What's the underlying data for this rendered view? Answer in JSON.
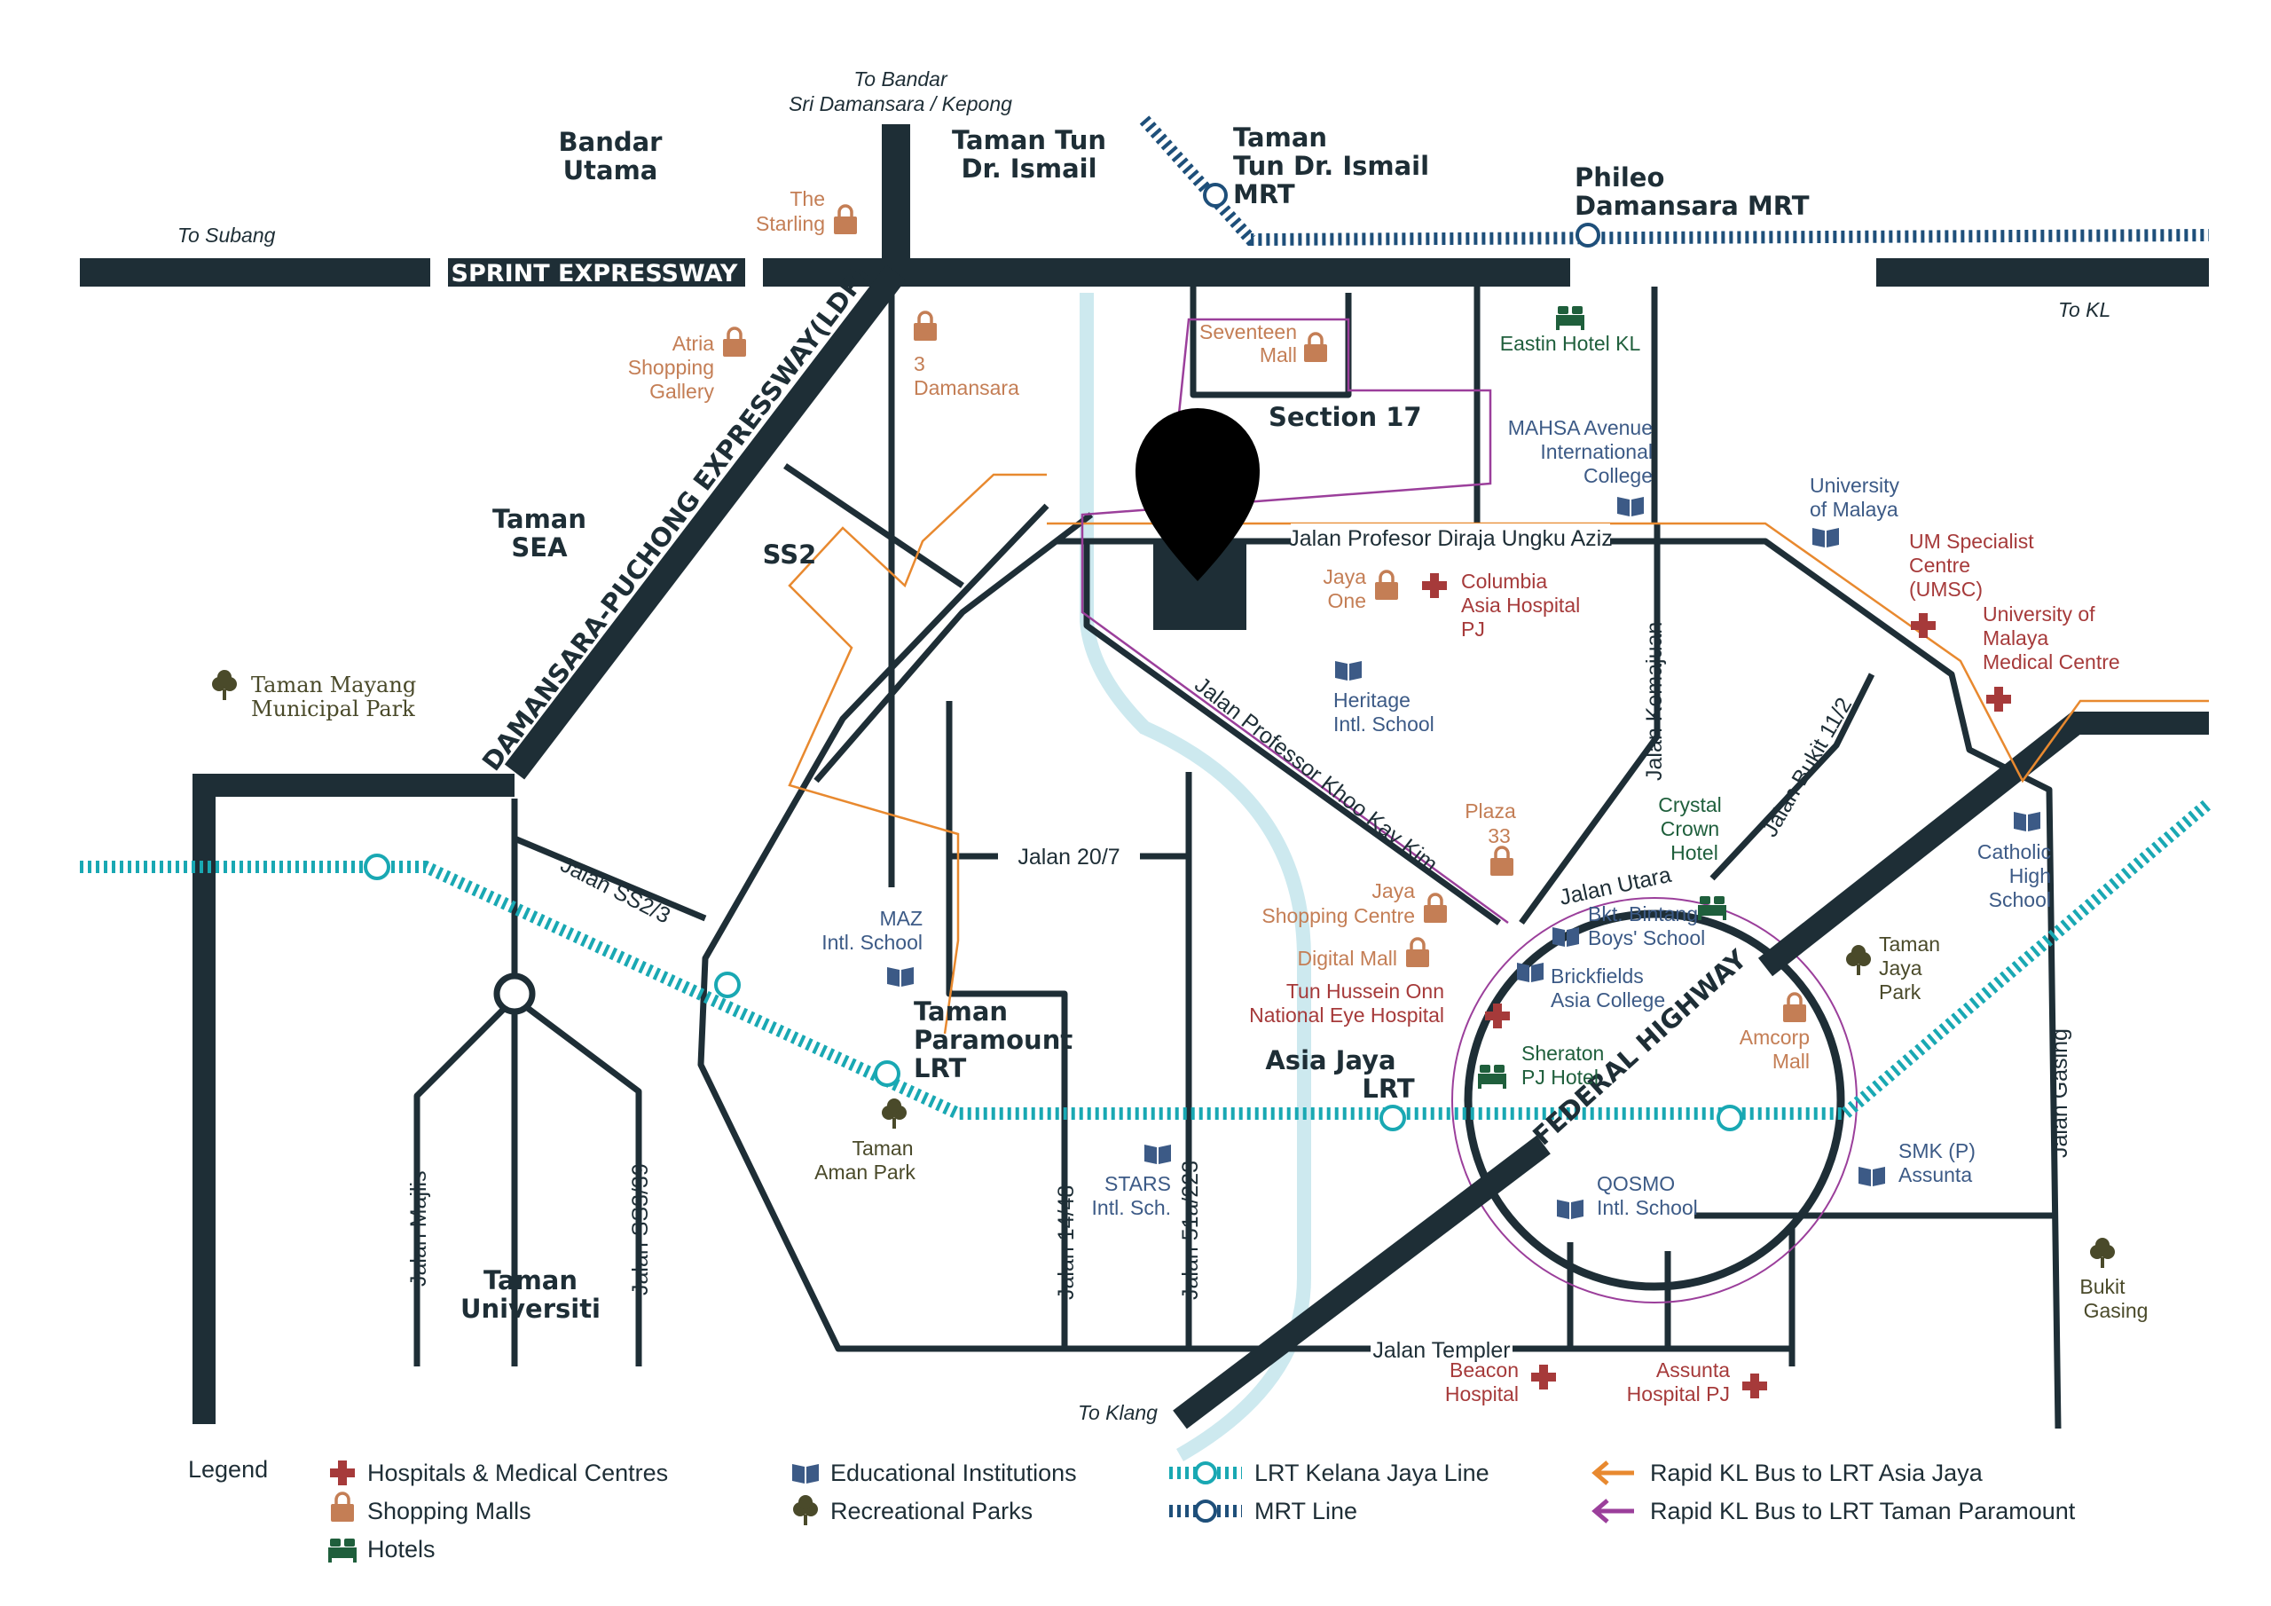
{
  "colors": {
    "road": "#1e2e36",
    "lrt": "#19a8b3",
    "mrt": "#1e4f7a",
    "river": "#cde9ef",
    "bus_orange": "#e8892f",
    "bus_purple": "#9b3f9b",
    "hospital": "#a63a3a",
    "mall": "#c47e55",
    "edu": "#3c5a86",
    "hotel": "#1f5f3c",
    "park": "#4a4a2a"
  },
  "directions": {
    "to_bandar_1": "To Bandar",
    "to_bandar_2": "Sri Damansara / Kepong",
    "to_subang": "To Subang",
    "to_kl": "To KL",
    "to_klang": "To Klang"
  },
  "expressways": {
    "sprint_left": "SPRINT EXPRESSWAY",
    "sprint_right": "SPRINT EXPRESSWAY",
    "ldp": "DAMANSARA-PUCHONG EXPRESSWAY(LDP)",
    "federal": "FEDERAL HIGHWAY"
  },
  "areas": {
    "bandar_utama_1": "Bandar",
    "bandar_utama_2": "Utama",
    "ttdi_1": "Taman Tun",
    "ttdi_2": "Dr. Ismail",
    "ttdi_mrt_1": "Taman",
    "ttdi_mrt_2": "Tun Dr. Ismail",
    "ttdi_mrt_3": "MRT",
    "phileo_1": "Phileo",
    "phileo_2": "Damansara MRT",
    "section17": "Section 17",
    "taman_sea_1": "Taman",
    "taman_sea_2": "SEA",
    "ss2": "SS2",
    "taman_paramount_1": "Taman",
    "taman_paramount_2": "Paramount",
    "taman_paramount_3": "LRT",
    "asia_jaya_1": "Asia Jaya",
    "asia_jaya_2": "LRT",
    "taman_universiti_1": "Taman",
    "taman_universiti_2": "Universiti"
  },
  "roads": {
    "ungku_aziz": "Jalan Profesor Diraja Ungku Aziz",
    "khoo_kay_kim": "Jalan Professor Khoo Kay Kim",
    "kemajuan": "Jalan Kemajuan",
    "bukit": "Jalan Bukit 11/2",
    "ss2_3": "Jalan SS2/3",
    "j20_7": "Jalan 20/7",
    "utara": "Jalan Utara",
    "majlis": "Jalan Majlis",
    "ss3_39": "Jalan SS3/39",
    "j14_48": "Jalan 14/48",
    "j51a_223": "Jalan 51a/223",
    "gasing": "Jalan Gasing",
    "templer": "Jalan Templer"
  },
  "malls": {
    "starling_1": "The",
    "starling_2": "Starling",
    "atria_1": "Atria",
    "atria_2": "Shopping",
    "atria_3": "Gallery",
    "damansara3_1": "3",
    "damansara3_2": "Damansara",
    "seventeen_1": "Seventeen",
    "seventeen_2": "Mall",
    "jaya_one_1": "Jaya",
    "jaya_one_2": "One",
    "plaza33_1": "Plaza",
    "plaza33_2": "33",
    "jaya_sc_1": "Jaya",
    "jaya_sc_2": "Shopping Centre",
    "digital": "Digital Mall",
    "amcorp_1": "Amcorp",
    "amcorp_2": "Mall"
  },
  "hospitals": {
    "columbia_1": "Columbia",
    "columbia_2": "Asia Hospital",
    "columbia_3": "PJ",
    "umsc_1": "UM Specialist",
    "umsc_2": "Centre",
    "umsc_3": "(UMSC)",
    "ummc_1": "University of",
    "ummc_2": "Malaya",
    "ummc_3": "Medical Centre",
    "eye_1": "Tun Hussein Onn",
    "eye_2": "National Eye Hospital",
    "beacon_1": "Beacon",
    "beacon_2": "Hospital",
    "assunta_1": "Assunta",
    "assunta_2": "Hospital PJ"
  },
  "education": {
    "mahsa_1": "MAHSA Avenue",
    "mahsa_2": "International",
    "mahsa_3": "College",
    "um_1": "University",
    "um_2": "of Malaya",
    "heritage_1": "Heritage",
    "heritage_2": "Intl. School",
    "maz_1": "MAZ",
    "maz_2": "Intl. School",
    "bintang_1": "Bkt. Bintang",
    "bintang_2": "Boys' School",
    "brickfields_1": "Brickfields",
    "brickfields_2": "Asia College",
    "catholic_1": "Catholic",
    "catholic_2": "High",
    "catholic_3": "School",
    "stars_1": "STARS",
    "stars_2": "Intl. Sch.",
    "smk_1": "SMK (P)",
    "smk_2": "Assunta",
    "qosmo_1": "QOSMO",
    "qosmo_2": "Intl. School"
  },
  "hotels": {
    "eastin": "Eastin Hotel KL",
    "crystal_1": "Crystal",
    "crystal_2": "Crown",
    "crystal_3": "Hotel",
    "sheraton_1": "Sheraton",
    "sheraton_2": "PJ Hotel"
  },
  "parks": {
    "mayang_1": "Taman Mayang",
    "mayang_2": "Municipal Park",
    "aman_1": "Taman",
    "aman_2": "Aman Park",
    "jaya_1": "Taman",
    "jaya_2": "Jaya",
    "jaya_3": "Park",
    "gasing_1": "Bukit",
    "gasing_2": "Gasing"
  },
  "legend": {
    "title": "Legend",
    "hospitals": "Hospitals & Medical Centres",
    "malls": "Shopping Malls",
    "hotels": "Hotels",
    "education": "Educational Institutions",
    "parks": "Recreational Parks",
    "lrt": "LRT Kelana Jaya Line",
    "mrt": "MRT Line",
    "bus_asia_jaya": "Rapid KL Bus to LRT Asia Jaya",
    "bus_taman_paramount": "Rapid KL Bus to LRT Taman Paramount"
  }
}
